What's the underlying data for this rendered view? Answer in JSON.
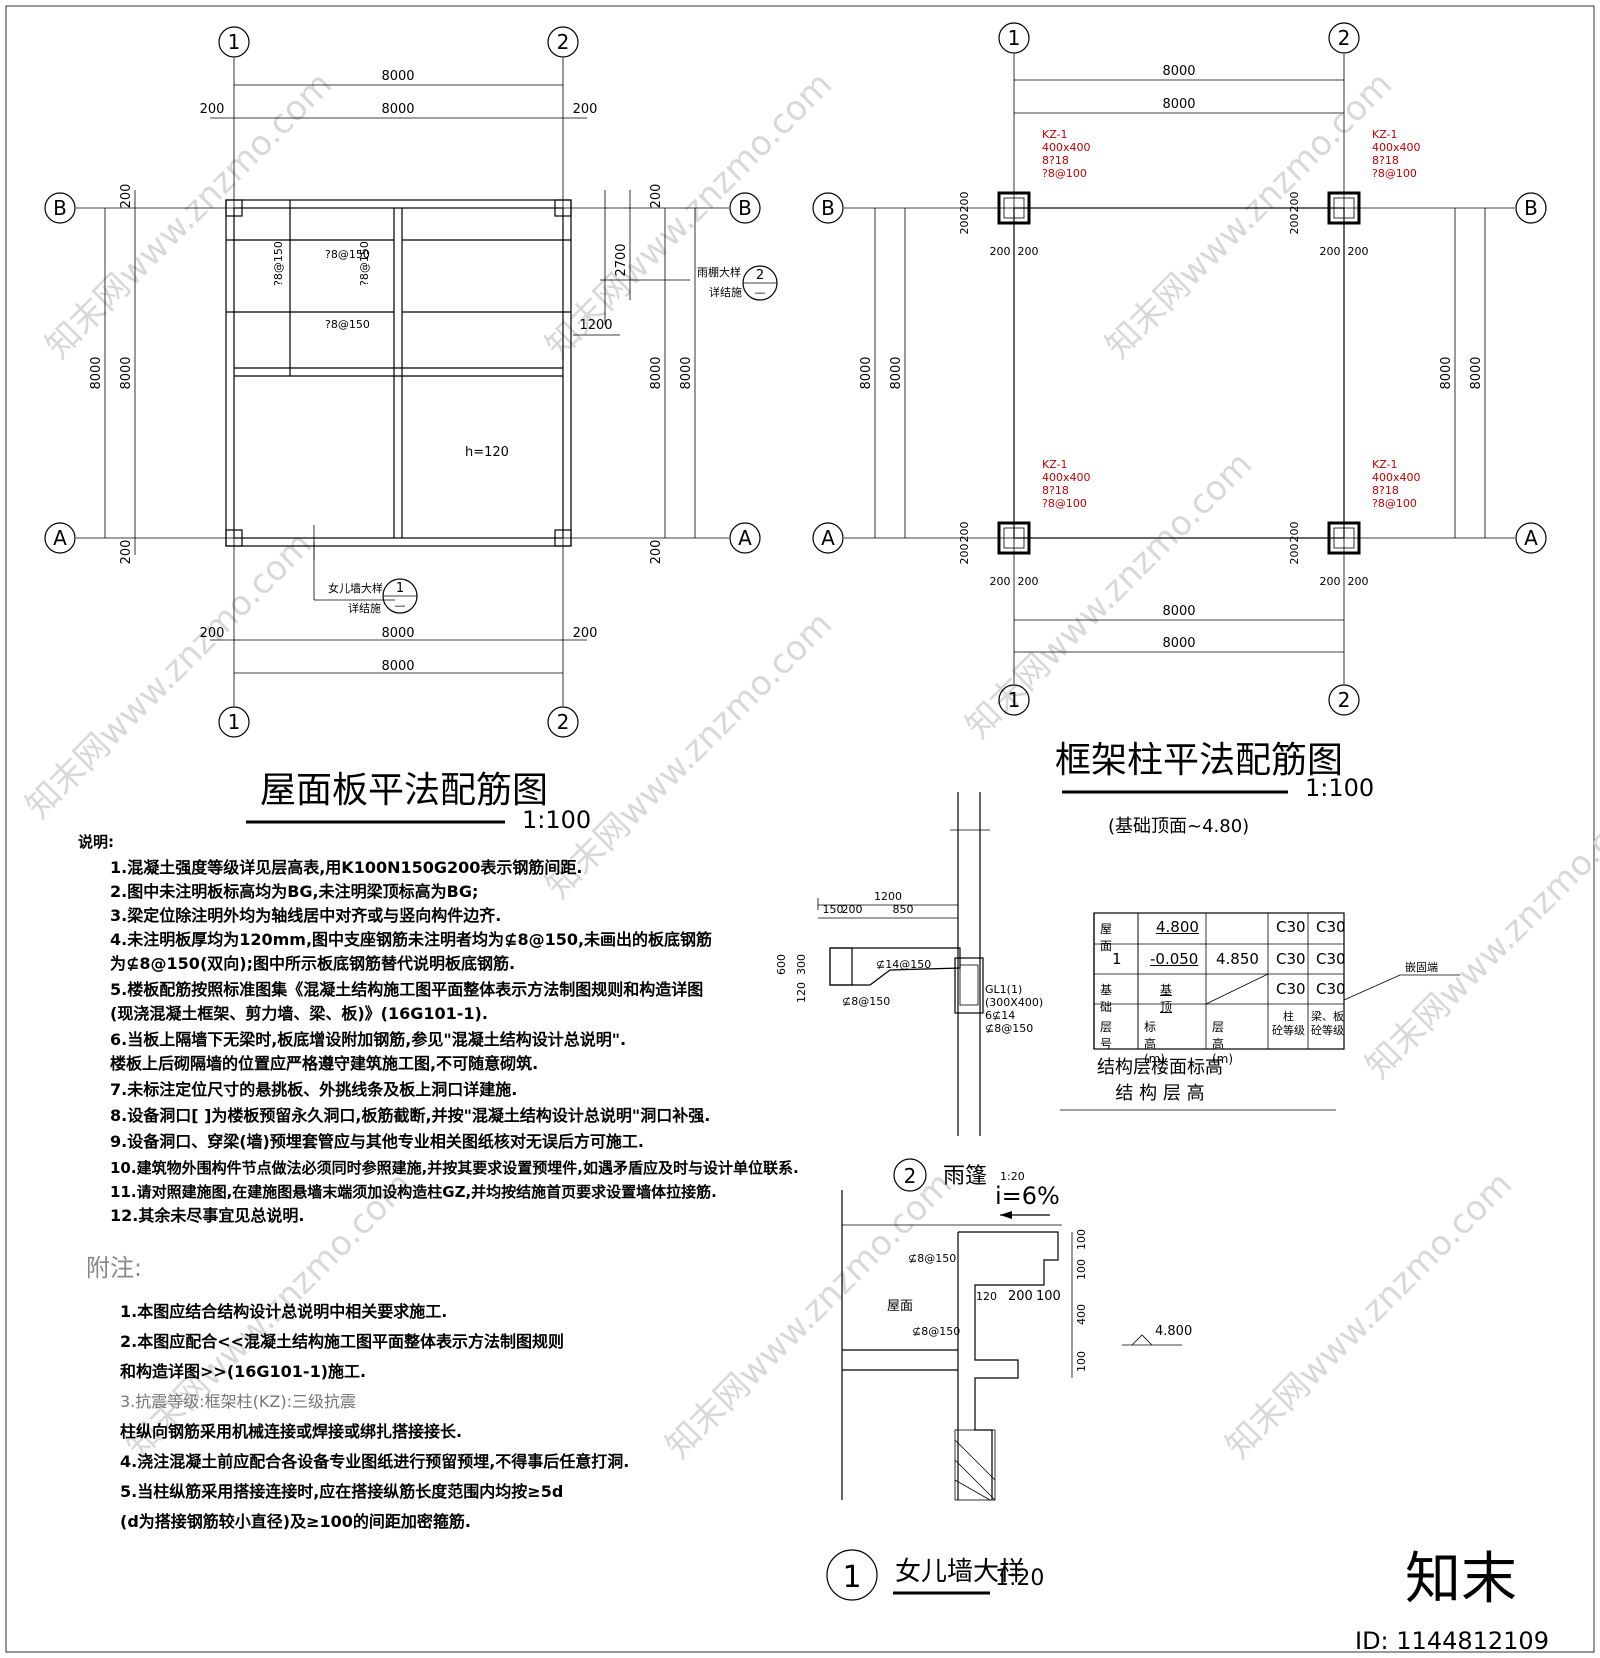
{
  "watermark": {
    "text": "知末网www.znzmo.com",
    "brand": "知末",
    "id": "ID: 1144812109"
  },
  "roof_plan": {
    "title": "屋面板平法配筋图",
    "scale": "1:100",
    "axes": {
      "col1": "1",
      "col2": "2",
      "rowA": "A",
      "rowB": "B"
    },
    "dims": {
      "span": "8000",
      "edge": "200",
      "canopy_depth": "2700",
      "canopy_width": "1200"
    },
    "rebar": {
      "top": "?8@150",
      "mid": "?8@150",
      "v1": "?8@150",
      "v2": "?8@150"
    },
    "slab": "h=120",
    "canopy_ref": {
      "label1": "雨棚大样",
      "label2": "详结施",
      "num": "2",
      "den": "—"
    },
    "parapet_ref": {
      "label1": "女儿墙大样",
      "label2": "详结施",
      "num": "1",
      "den": "—"
    }
  },
  "column_plan": {
    "title": "框架柱平法配筋图",
    "scale": "1:100",
    "subtitle": "(基础顶面~4.80)",
    "column": {
      "name": "KZ-1",
      "size": "400x400",
      "main": "8?18",
      "stirrup": "?8@100"
    },
    "dims": {
      "span": "8000",
      "edge": "200"
    }
  },
  "notes": {
    "heading": "说明:",
    "items": [
      "1.混凝土强度等级详见层高表,用K100N150G200表示钢筋间距.",
      "2.图中未注明板标高均为BG,未注明梁顶标高为BG;",
      "3.梁定位除注明外均为轴线居中对齐或与竖向构件边齐.",
      "4.未注明板厚均为120mm,图中支座钢筋未注明者均为⊈8@150,未画出的板底钢筋",
      "   为⊈8@150(双向);图中所示板底钢筋替代说明板底钢筋.",
      "5.楼板配筋按照标准图集《混凝土结构施工图平面整体表示方法制图规则和构造详图",
      "  (现浇混凝土框架、剪力墙、梁、板)》(16G101-1).",
      "6.当板上隔墙下无梁时,板底增设附加钢筋,参见\"混凝土结构设计总说明\".",
      "   楼板上后砌隔墙的位置应严格遵守建筑施工图,不可随意砌筑.",
      "7.未标注定位尺寸的悬挑板、外挑线条及板上洞口详建施.",
      "8.设备洞口[ ]为楼板预留永久洞口,板筋截断,并按\"混凝土结构设计总说明\"洞口补强.",
      "9.设备洞口、穿梁(墙)预埋套管应与其他专业相关图纸核对无误后方可施工.",
      "10.建筑物外围构件节点做法必须同时参照建施,并按其要求设置预埋件,如遇矛盾应及时与设计单位联系.",
      "11.请对照建施图,在建施图悬墙末端须加设构造柱GZ,并均按结施首页要求设置墙体拉接筋.",
      "12.其余未尽事宜见总说明."
    ]
  },
  "appendix": {
    "heading": "附注:",
    "items": [
      "1.本图应结合结构设计总说明中相关要求施工.",
      "2.本图应配合<<混凝土结构施工图平面整体表示方法制图规则",
      "   和构造详图>>(16G101-1)施工.",
      "3.抗震等级:框架柱(KZ):三级抗震",
      "        柱纵向钢筋采用机械连接或焊接或绑扎搭接接长.",
      "4.浇注混凝土前应配合各设备专业图纸进行预留预埋,不得事后任意打洞.",
      "5.当柱纵筋采用搭接连接时,应在搭接纵筋长度范围内均按≥5d",
      "   (d为搭接钢筋较小直径)及≥100的间距加密箍筋."
    ]
  },
  "canopy_detail": {
    "ref": "2",
    "title": "雨篷",
    "scale": "1:20",
    "slope": "i=6%",
    "dims": {
      "total": "1200",
      "a": "150",
      "b": "200",
      "c": "850",
      "h1": "600",
      "h2": "300",
      "h3": "120"
    },
    "rebar": {
      "top": "⊈14@150",
      "bot": "⊈8@150",
      "beam": "GL1(1)",
      "beam_size": "(300X400)",
      "beam_main": "6⊈14",
      "beam_stir": "⊈8@150"
    }
  },
  "level_table": {
    "rows": [
      {
        "floor": "屋面",
        "elev": "4.800",
        "height": "",
        "col": "C30",
        "beam": "C30"
      },
      {
        "floor": "1",
        "elev": "-0.050",
        "height": "4.850",
        "col": "C30",
        "beam": "C30"
      },
      {
        "floor": "基础",
        "elev": "基顶",
        "height": "",
        "col": "C30",
        "beam": "C30"
      }
    ],
    "header": {
      "floor": "层 号",
      "elev": "标高(m)",
      "height": "层高(m)",
      "col": "柱\n砼等级",
      "beam": "梁、板\n砼等级"
    },
    "tag": "嵌固端",
    "caption1": "结构层楼面标高",
    "caption2": "结 构 层 高"
  },
  "parapet_detail": {
    "ref": "1",
    "title": "女儿墙大样",
    "scale": "1:20",
    "roof": "屋面",
    "elev": "4.800",
    "rebar1": "⊈8@150",
    "rebar2": "⊈8@150",
    "dims": {
      "d1": "100",
      "d2": "100",
      "d3": "400",
      "d4": "100",
      "w1": "200",
      "w2": "100",
      "w0": "120"
    }
  }
}
